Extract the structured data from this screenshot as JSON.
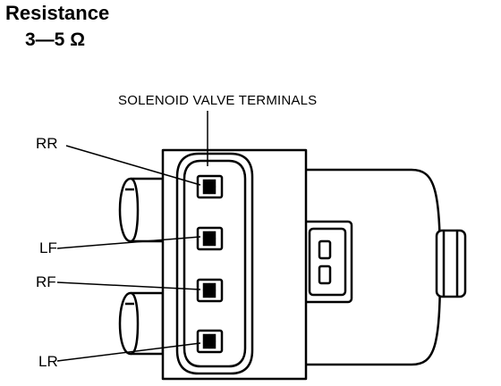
{
  "resistance": {
    "title": "Resistance",
    "value": "3—5 Ω"
  },
  "diagram": {
    "header": "SOLENOID VALVE TERMINALS",
    "terminals": [
      {
        "label": "RR"
      },
      {
        "label": "LF"
      },
      {
        "label": "RF"
      },
      {
        "label": "LR"
      }
    ]
  }
}
